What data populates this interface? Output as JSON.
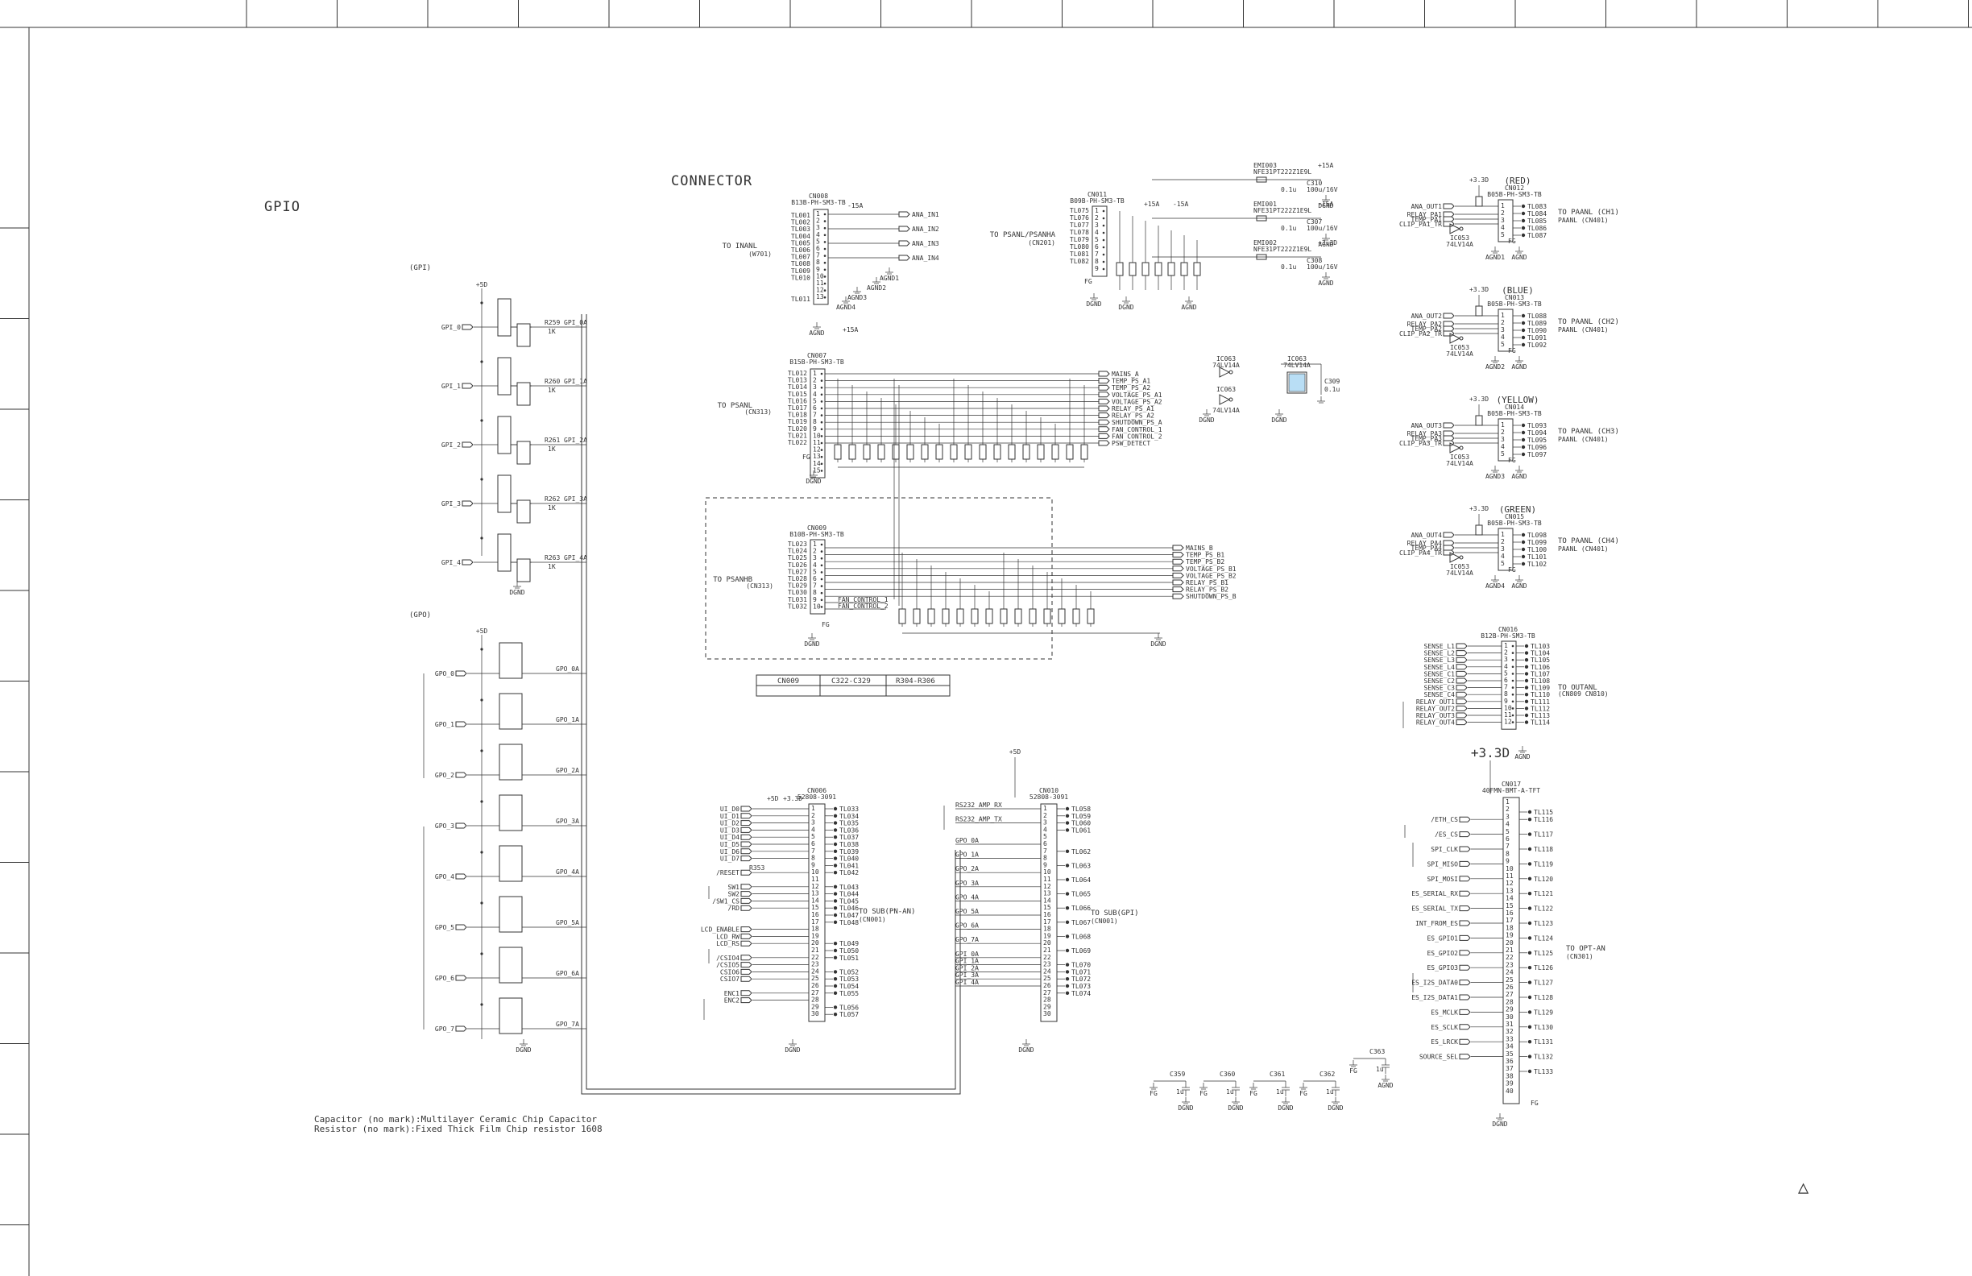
{
  "sections": {
    "gpio_title": "GPIO",
    "connector_title": "CONNECTOR",
    "gpi_label": "(GPI)",
    "gpo_label": "(GPO)"
  },
  "gpi": {
    "inputs": [
      "GPI_0",
      "GPI_1",
      "GPI_2",
      "GPI_3",
      "GPI_4"
    ],
    "outputs": [
      "GPI_0A",
      "GPI_1A",
      "GPI_2A",
      "GPI_3A",
      "GPI_4A"
    ],
    "resistors": [
      "R259",
      "R260",
      "R261",
      "R262",
      "R263"
    ],
    "resistor_value": "1K",
    "ground": "DGND"
  },
  "gpo": {
    "inputs": [
      "GPO_0",
      "GPO_1",
      "GPO_2",
      "GPO_3",
      "GPO_4",
      "GPO_5",
      "GPO_6",
      "GPO_7"
    ],
    "outputs": [
      "GPO_0A",
      "GPO_1A",
      "GPO_2A",
      "GPO_3A",
      "GPO_4A",
      "GPO_5A",
      "GPO_6A",
      "GPO_7A"
    ],
    "ground": "DGND"
  },
  "cn008": {
    "ref": "CN008",
    "part": "B13B-PH-SM3-TB",
    "dest": "TO INANL",
    "dest_ref": "(W701)",
    "pins": [
      "TL001",
      "TL002",
      "TL003",
      "TL004",
      "TL005",
      "TL006",
      "TL007",
      "TL008",
      "TL009",
      "TL010",
      "TL011"
    ],
    "signals": [
      "ANA_IN1",
      "ANA_IN2",
      "ANA_IN3",
      "ANA_IN4"
    ],
    "grounds": [
      "AGND1",
      "AGND2",
      "AGND3",
      "AGND4",
      "AGND"
    ]
  },
  "cn011": {
    "ref": "CN011",
    "part": "B09B-PH-SM3-TB",
    "dest": "TO PSANL/PSANHA",
    "dest_ref": "(CN201)",
    "pins": [
      "TL075",
      "TL076",
      "TL077",
      "TL078",
      "TL079",
      "TL080",
      "TL081",
      "TL082"
    ],
    "fuses": [
      "EMI003",
      "EMI001",
      "EMI002"
    ],
    "fuse_part": "NFE31PT222Z1E9L",
    "caps": [
      "C310",
      "C307",
      "C308"
    ],
    "cap_value": "0.1u",
    "cap_value2": "100u/16V",
    "rails": [
      "+15A",
      "-15A",
      "+3.3D"
    ],
    "grounds": [
      "DGND",
      "AGND"
    ]
  },
  "cn007": {
    "ref": "CN007",
    "part": "B15B-PH-SM3-TB",
    "dest": "TO PSANL",
    "dest_ref": "(CN313)",
    "pins": [
      "TL012",
      "TL013",
      "TL014",
      "TL015",
      "TL016",
      "TL017",
      "TL018",
      "TL019",
      "TL020",
      "TL021",
      "TL022"
    ],
    "signals": [
      "MAINS_A",
      "TEMP_PS_A1",
      "TEMP_PS_A2",
      "VOLTAGE_PS_A1",
      "VOLTAGE_PS_A2",
      "RELAY_PS_A1",
      "RELAY_PS_A2",
      "SHUTDOWN_PS_A",
      "FAN_CONTROL_1",
      "FAN_CONTROL_2",
      "PSW_DETECT"
    ]
  },
  "cn009": {
    "ref": "CN009",
    "part": "B10B-PH-SM3-TB",
    "dest": "TO PSANHB",
    "dest_ref": "(CN313)",
    "pins": [
      "TL023",
      "TL024",
      "TL025",
      "TL026",
      "TL027",
      "TL028",
      "TL029",
      "TL030",
      "TL031",
      "TL032"
    ],
    "signals": [
      "MAINS_B",
      "TEMP_PS_B1",
      "TEMP_PS_B2",
      "VOLTAGE_PS_B1",
      "VOLTAGE_PS_B2",
      "RELAY_PS_B1",
      "RELAY_PS_B2",
      "SHUTDOWN_PS_B"
    ],
    "fan": [
      "FAN_CONTROL_1",
      "FAN_CONTROL_2"
    ]
  },
  "ic063": {
    "ref": "IC063",
    "part": "74LV14A",
    "cap": "C309",
    "cap_value": "0.1u",
    "ground": "DGND"
  },
  "table": {
    "headers": [
      "CN009",
      "C322-C329",
      "R304-R306"
    ]
  },
  "cn012": {
    "ref": "CN012",
    "part": "B05B-PH-SM3-TB",
    "color": "(RED)",
    "dest": "TO PAANL (CH1)",
    "dest2": "PAANL (CN401)",
    "inputs": [
      "ANA_OUT1",
      "RELAY_PA1",
      "TEMP_PA1",
      "CLIP_PA1_TR"
    ],
    "pins": [
      "TL083",
      "TL084",
      "TL085",
      "TL086",
      "TL087"
    ],
    "ic": "IC053",
    "ic_part": "74LV14A",
    "rail": "+3.3D",
    "grounds": [
      "AGND1",
      "AGND"
    ]
  },
  "cn013": {
    "ref": "CN013",
    "part": "B05B-PH-SM3-TB",
    "color": "(BLUE)",
    "dest": "TO PAANL (CH2)",
    "dest2": "PAANL (CN401)",
    "inputs": [
      "ANA_OUT2",
      "RELAY_PA2",
      "TEMP_PA2",
      "CLIP_PA2_TR"
    ],
    "pins": [
      "TL088",
      "TL089",
      "TL090",
      "TL091",
      "TL092"
    ],
    "ic": "IC053",
    "ic_part": "74LV14A",
    "rail": "+3.3D",
    "grounds": [
      "AGND2",
      "AGND"
    ]
  },
  "cn014": {
    "ref": "CN014",
    "part": "B05B-PH-SM3-TB",
    "color": "(YELLOW)",
    "dest": "TO PAANL (CH3)",
    "dest2": "PAANL (CN401)",
    "inputs": [
      "ANA_OUT3",
      "RELAY_PA3",
      "TEMP_PA3",
      "CLIP_PA3_TR"
    ],
    "pins": [
      "TL093",
      "TL094",
      "TL095",
      "TL096",
      "TL097"
    ],
    "ic": "IC053",
    "ic_part": "74LV14A",
    "rail": "+3.3D",
    "grounds": [
      "AGND3",
      "AGND"
    ]
  },
  "cn015": {
    "ref": "CN015",
    "part": "B05B-PH-SM3-TB",
    "color": "(GREEN)",
    "dest": "TO PAANL (CH4)",
    "dest2": "PAANL (CN401)",
    "inputs": [
      "ANA_OUT4",
      "RELAY_PA4",
      "TEMP_PA4",
      "CLIP_PA4_TR"
    ],
    "pins": [
      "TL098",
      "TL099",
      "TL100",
      "TL101",
      "TL102"
    ],
    "ic": "IC053",
    "ic_part": "74LV14A",
    "rail": "+3.3D",
    "grounds": [
      "AGND4",
      "AGND"
    ]
  },
  "cn016": {
    "ref": "CN016",
    "part": "B12B-PH-SM3-TB",
    "dest": "TO OUTANL",
    "dest_ref": "(CN809 CN810)",
    "inputs": [
      "SENSE_L1",
      "SENSE_L2",
      "SENSE_L3",
      "SENSE_L4",
      "SENSE_C1",
      "SENSE_C2",
      "SENSE_C3",
      "SENSE_C4",
      "RELAY_OUT1",
      "RELAY_OUT2",
      "RELAY_OUT3",
      "RELAY_OUT4"
    ],
    "pins": [
      "TL103",
      "TL104",
      "TL105",
      "TL106",
      "TL107",
      "TL108",
      "TL109",
      "TL110",
      "TL111",
      "TL112",
      "TL113",
      "TL114"
    ],
    "ground": "AGND"
  },
  "cn006": {
    "ref": "CN006",
    "part": "52808-3091",
    "dest": "TO SUB(PN-AN)",
    "dest_ref": "(CN001)",
    "rails": [
      "+5D",
      "+3.3D"
    ],
    "inputs": [
      "UI_D0",
      "UI_D1",
      "UI_D2",
      "UI_D3",
      "UI_D4",
      "UI_D5",
      "UI_D6",
      "UI_D7",
      "/RESET",
      "SW1",
      "SW2",
      "/SW1_CS",
      "/RD",
      "LCD_ENABLE",
      "LCD_RW",
      "LCD_RS",
      "/CSIO4",
      "/CSIO5",
      "CSIO6",
      "CSIO7",
      "ENC1",
      "ENC2"
    ],
    "resistor": "R353",
    "pins": [
      "TL033",
      "TL034",
      "TL035",
      "TL036",
      "TL037",
      "TL038",
      "TL039",
      "TL040",
      "TL041",
      "TL042",
      "TL043",
      "TL044",
      "TL045",
      "TL046",
      "TL047",
      "TL048",
      "TL049",
      "TL050",
      "TL051",
      "TL052",
      "TL053",
      "TL054",
      "TL055",
      "TL056",
      "TL057"
    ],
    "ground": "DGND"
  },
  "cn010": {
    "ref": "CN010",
    "part": "52808-3091",
    "dest": "TO SUB(GPI)",
    "dest_ref": "(CN001)",
    "rail": "+5D",
    "inputs": [
      "RS232_AMP_RX",
      "RS232_AMP_TX",
      "GPO_0A",
      "GPO_1A",
      "GPO_2A",
      "GPO_3A",
      "GPO_4A",
      "GPO_5A",
      "GPO_6A",
      "GPO_7A",
      "GPI_0A",
      "GPI_1A",
      "GPI_2A",
      "GPI_3A",
      "GPI_4A"
    ],
    "pins": [
      "TL058",
      "TL059",
      "TL060",
      "TL061",
      "TL062",
      "TL063",
      "TL064",
      "TL065",
      "TL066",
      "TL067",
      "TL068",
      "TL069",
      "TL070",
      "TL071",
      "TL072",
      "TL073",
      "TL074"
    ],
    "ground": "DGND"
  },
  "cn017": {
    "ref": "CN017",
    "part": "40FMN-BMT-A-TFT",
    "dest": "TO OPT-AN",
    "dest_ref": "(CN301)",
    "rail": "+3.3D",
    "inputs": [
      "/ETH_CS",
      "/ES_CS",
      "SPI_CLK",
      "SPI_MISO",
      "SPI_MOSI",
      "ES_SERIAL_RX",
      "ES_SERIAL_TX",
      "INT_FROM_ES",
      "ES_GPIO1",
      "ES_GPIO2",
      "ES_GPIO3",
      "ES_I2S_DATA0",
      "ES_I2S_DATA1",
      "ES_MCLK",
      "ES_SCLK",
      "ES_LRCK",
      "SOURCE_SEL"
    ],
    "pins": [
      "TL115",
      "TL116",
      "TL117",
      "TL118",
      "TL119",
      "TL120",
      "TL121",
      "TL122",
      "TL123",
      "TL124",
      "TL125",
      "TL126",
      "TL127",
      "TL128",
      "TL129",
      "TL130",
      "TL131",
      "TL132",
      "TL133"
    ],
    "ground": "DGND"
  },
  "decoupling": {
    "caps": [
      "C359",
      "C360",
      "C361",
      "C362",
      "C363"
    ],
    "value": "1u",
    "grounds": [
      "FG",
      "DGND",
      "AGND"
    ]
  },
  "notes": [
    "Capacitor (no mark):Multilayer Ceramic Chip Capacitor",
    "Resistor (no mark):Fixed Thick Film Chip resistor 1608"
  ],
  "warning_mark": "△"
}
